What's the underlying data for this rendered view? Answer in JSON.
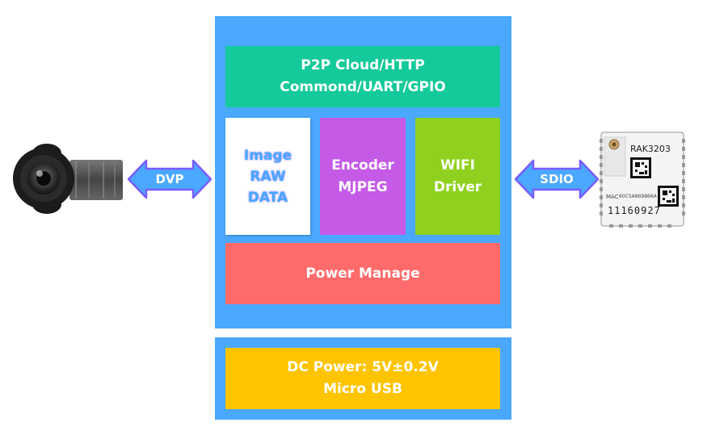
{
  "blocks": {
    "p2p": [
      "P2P Cloud/HTTP",
      "Commond/UART/GPIO"
    ],
    "image": [
      "Image",
      "RAW",
      "DATA"
    ],
    "encoder": [
      "Encoder",
      "MJPEG"
    ],
    "wifi": [
      "WIFI",
      "Driver"
    ],
    "power": "Power Manage",
    "dc": [
      "DC Power: 5V±0.2V",
      "Micro USB"
    ]
  },
  "arrows": {
    "left": "DVP",
    "right": "SDIO"
  },
  "module": {
    "model": "RAK3203",
    "mac_label": "MAC",
    "mac_value": "60C5A869866A",
    "serial": "11160927"
  },
  "colors": {
    "panel": "#4aa8ff",
    "p2p": "#14c99a",
    "encoder": "#c45ae6",
    "wifi": "#8fd11e",
    "power": "#ff6b6b",
    "dc": "#ffc400",
    "arrow": "#4aa8ff"
  }
}
